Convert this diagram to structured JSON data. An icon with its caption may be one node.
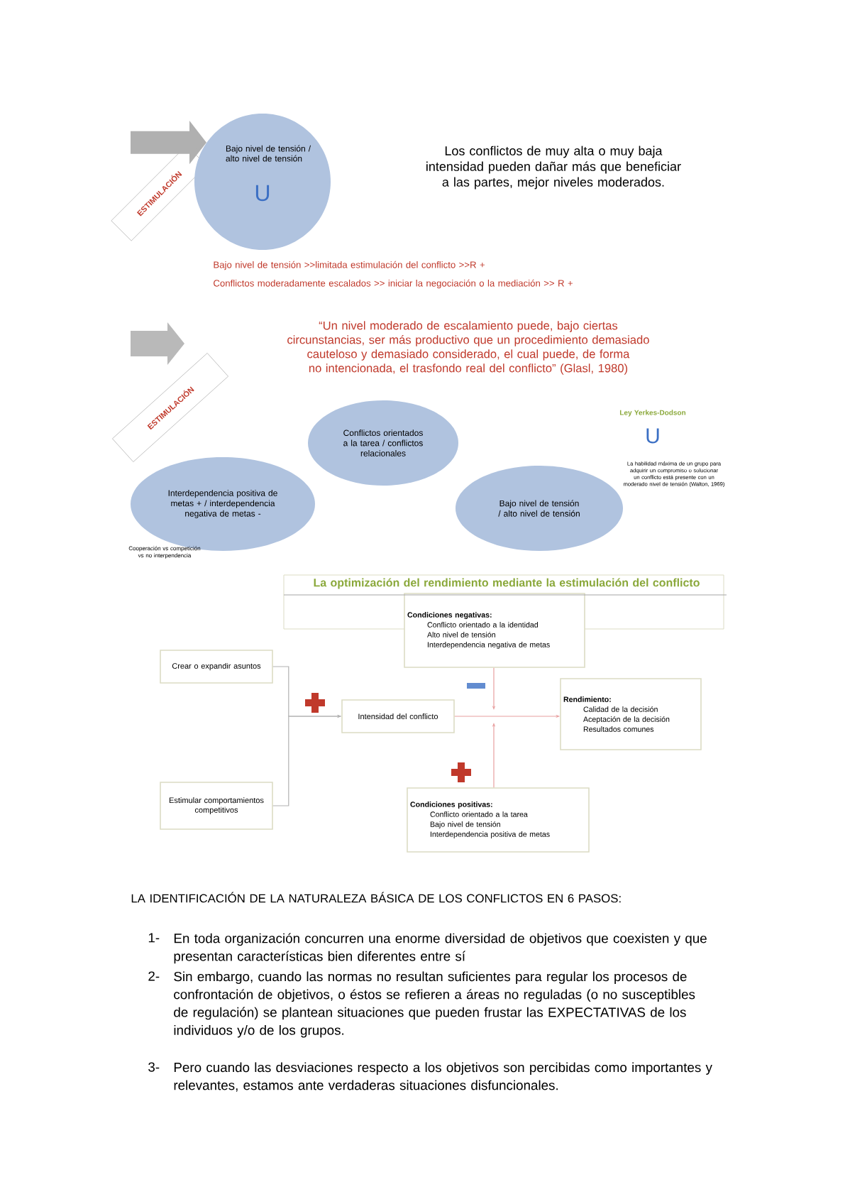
{
  "diagram": {
    "nodes": [
      {
        "text": [
          "ESTIMULACIÓN"
        ]
      },
      {
        "text": [
          "Bajo nivel de tensión / alto nivel de tensión",
          "U"
        ]
      },
      {
        "text": [
          "ESTIMULACIÓN"
        ]
      },
      {
        "text": [
          "Conflictos orientados a la tarea / conflictos relacionales"
        ]
      },
      {
        "text": [
          "Interdependencia positiva de metas + / interdependencia negativa de metas -"
        ]
      },
      {
        "text": [
          "Bajo nivel de tensión / alto nivel de tensión"
        ]
      },
      {
        "text": [
          "Condiciones negativas:",
          "Conflicto orientado a la identidad",
          "Alto nivel de tensión",
          "Interdependencia negativa de metas"
        ]
      },
      {
        "text": [
          "Crear o expandir asuntos"
        ]
      },
      {
        "text": [
          "Intensidad del conflicto"
        ]
      },
      {
        "text": [
          "Rendimiento:",
          "Calidad de la decisión",
          "Aceptación de la decisión",
          "Resultados comunes"
        ]
      },
      {
        "text": [
          "Estimular comportamientos competitivos"
        ]
      },
      {
        "text": [
          "Condiciones positivas:",
          "Conflicto orientado a la tarea",
          "Bajo nivel de tensión",
          "Interdependencia positiva de metas"
        ]
      }
    ],
    "edges": [
      {
        "from": null,
        "to": 1,
        "arrow": "to",
        "style": "thick",
        "color": "#b0b0b0"
      },
      {
        "from": 7,
        "to": 8,
        "arrow": "to"
      },
      {
        "from": 10,
        "to": 8,
        "arrow": "to"
      },
      {
        "from": 8,
        "to": 9,
        "arrow": "to",
        "color": "#e8a0a0"
      },
      {
        "from": 6,
        "to": null,
        "arrow": "to",
        "color": "#e8a0a0"
      },
      {
        "from": 11,
        "to": null,
        "arrow": "to",
        "color": "#e8a0a0"
      }
    ],
    "labels": [
      "Los conflictos de muy alta o muy baja intensidad pueden dañar más que beneficiar a las partes, mejor niveles moderados.",
      "Bajo nivel de tensión >>limitada estimulación del conflicto >>R +",
      "Conflictos moderadamente escalados >> iniciar la negociación o la mediación >> R +",
      "“Un nivel moderado de escalamiento puede, bajo ciertas circunstancias, ser más productivo que un procedimiento demasiado cauteloso y demasiado considerado, el cual puede, de forma no intencionada, el trasfondo real del conflicto” (Glasl, 1980)",
      "Ley Yerkes-Dodson",
      "U",
      "La habilidad máxima de un grupo para adquirir un compromiso o solucionar un conflicto está presente con un moderado nivel de tensión (Walton, 1969)",
      "Cooperación vs competición vs no interpendencia",
      "La optimización del rendimiento mediante la estimulación del conflicto",
      "LA IDENTIFICACIÓN DE LA NATURALEZA BÁSICA DE LOS CONFLICTOS EN 6 PASOS:",
      "1-",
      "En toda organización concurren una enorme diversidad de objetivos que coexisten y que presentan características bien diferentes entre sí",
      "2-",
      "Sin embargo, cuando las normas no resultan suficientes para regular los procesos de confrontación de objetivos, o éstos se refieren a áreas no reguladas (o no susceptibles de regulación) se plantean situaciones que pueden frustar las EXPECTATIVAS de los individuos y/o de los grupos.",
      "3-",
      "Pero cuando las desviaciones respecto a los objetivos son percibidas como importantes y relevantes, estamos ante verdaderas situaciones disfuncionales."
    ]
  }
}
